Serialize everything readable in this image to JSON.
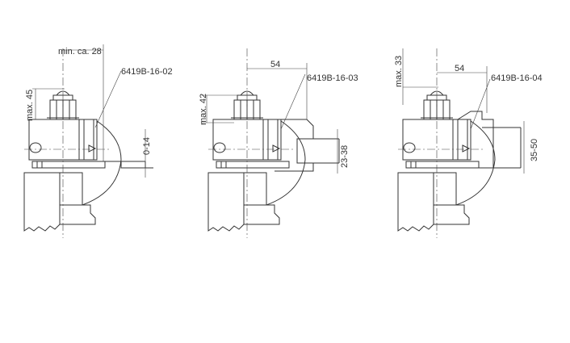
{
  "views": [
    {
      "part": "6419B-16-02",
      "height_label": "max. 45",
      "width_label": "min. ca. 28",
      "range_label": "0-14"
    },
    {
      "part": "6419B-16-03",
      "height_label": "max. 42",
      "width_label": "54",
      "range_label": "23-38"
    },
    {
      "part": "6419B-16-04",
      "height_label": "max. 33",
      "width_label": "54",
      "range_label": "35-50"
    }
  ]
}
